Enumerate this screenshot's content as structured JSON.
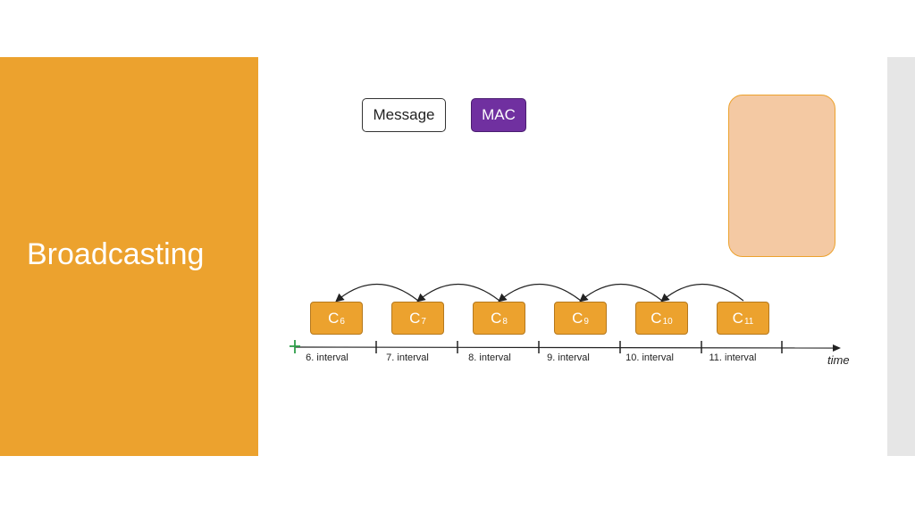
{
  "slide": {
    "title": "Broadcasting"
  },
  "legend": {
    "message_label": "Message",
    "mac_label": "MAC"
  },
  "keys": [
    {
      "base": "C",
      "sub": "6"
    },
    {
      "base": "C",
      "sub": "7"
    },
    {
      "base": "C",
      "sub": "8"
    },
    {
      "base": "C",
      "sub": "9"
    },
    {
      "base": "C",
      "sub": "10"
    },
    {
      "base": "C",
      "sub": "11"
    }
  ],
  "intervals": [
    "6. interval",
    "7. interval",
    "8. interval",
    "9. interval",
    "10. interval",
    "11. interval"
  ],
  "axis": {
    "label": "time"
  },
  "colors": {
    "accent_orange": "#ECA22E",
    "mac_purple": "#7030A0",
    "pink_box": "#F4C9A3",
    "start_marker_green": "#2E9E4A"
  }
}
